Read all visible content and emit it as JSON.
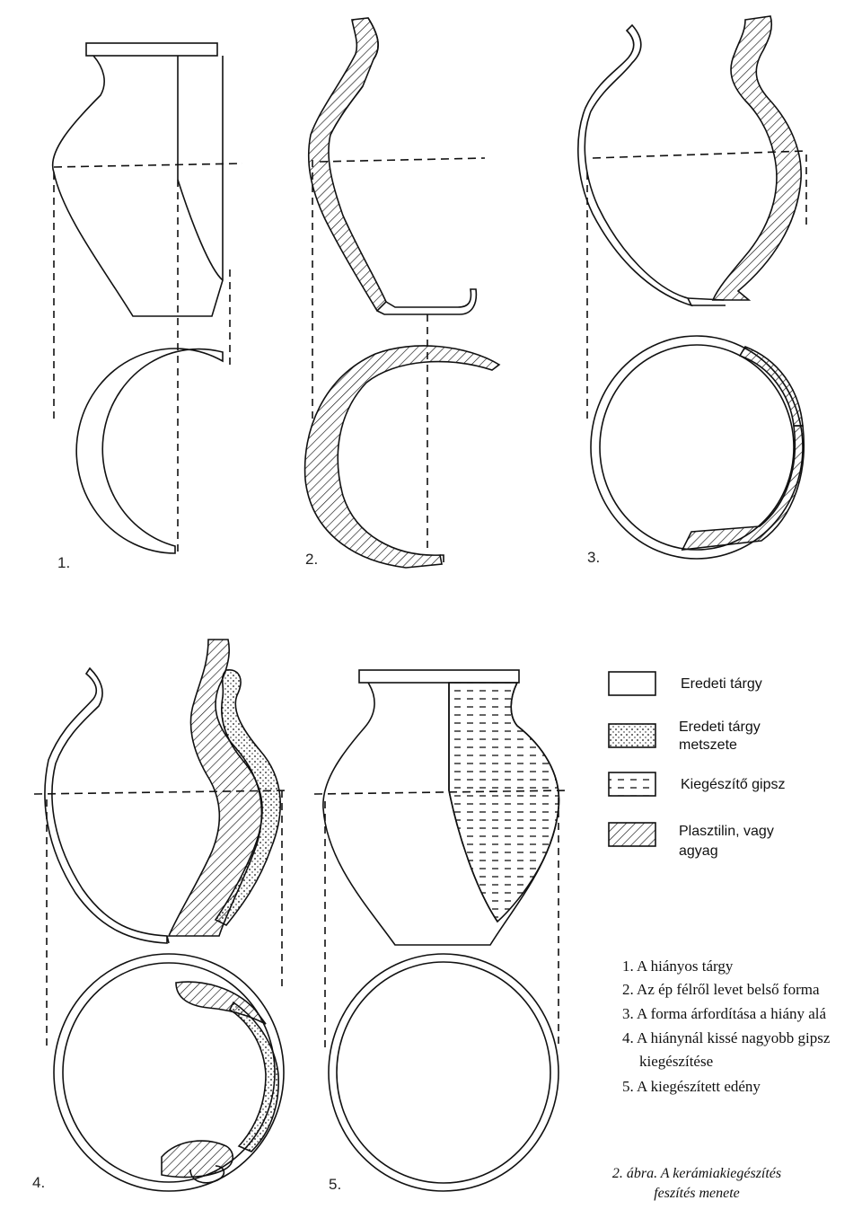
{
  "stages": [
    {
      "number": "1."
    },
    {
      "number": "2."
    },
    {
      "number": "3."
    },
    {
      "number": "4."
    },
    {
      "number": "5."
    }
  ],
  "legend": [
    {
      "label_lines": [
        "Eredeti tárgy"
      ],
      "pattern": "blank"
    },
    {
      "label_lines": [
        "Eredeti tárgy",
        "metszete"
      ],
      "pattern": "dotted"
    },
    {
      "label_lines": [
        "Kiegészítő gipsz"
      ],
      "pattern": "dashed"
    },
    {
      "label_lines": [
        "Plasztilin, vagy",
        "agyag"
      ],
      "pattern": "hatched"
    }
  ],
  "caption": {
    "lines": [
      "1. A hiányos tárgy",
      "2. Az ép félről levet belső forma",
      "3. A forma árfordítása a hiány alá",
      "4. A hiánynál kissé nagyobb gipsz",
      "kiegészítése",
      "5. A kiegészített edény"
    ]
  },
  "figure_title": {
    "line1": "2. ábra. A kerámiakiegészítés",
    "line2": "feszítés menete"
  },
  "colors": {
    "ink": "#111111",
    "paper": "#ffffff"
  }
}
